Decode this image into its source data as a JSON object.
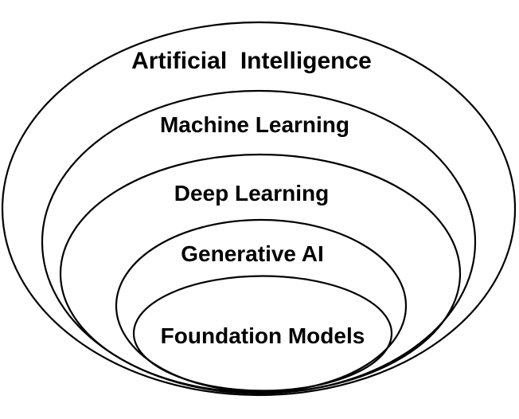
{
  "colors": {
    "line": "#000000",
    "background": "#ffffff",
    "text": "#000000"
  },
  "rings": [
    {
      "label": "Artificial  Intelligence"
    },
    {
      "label": "Machine Learning"
    },
    {
      "label": "Deep Learning"
    },
    {
      "label": "Generative AI"
    },
    {
      "label": "Foundation Models"
    }
  ]
}
